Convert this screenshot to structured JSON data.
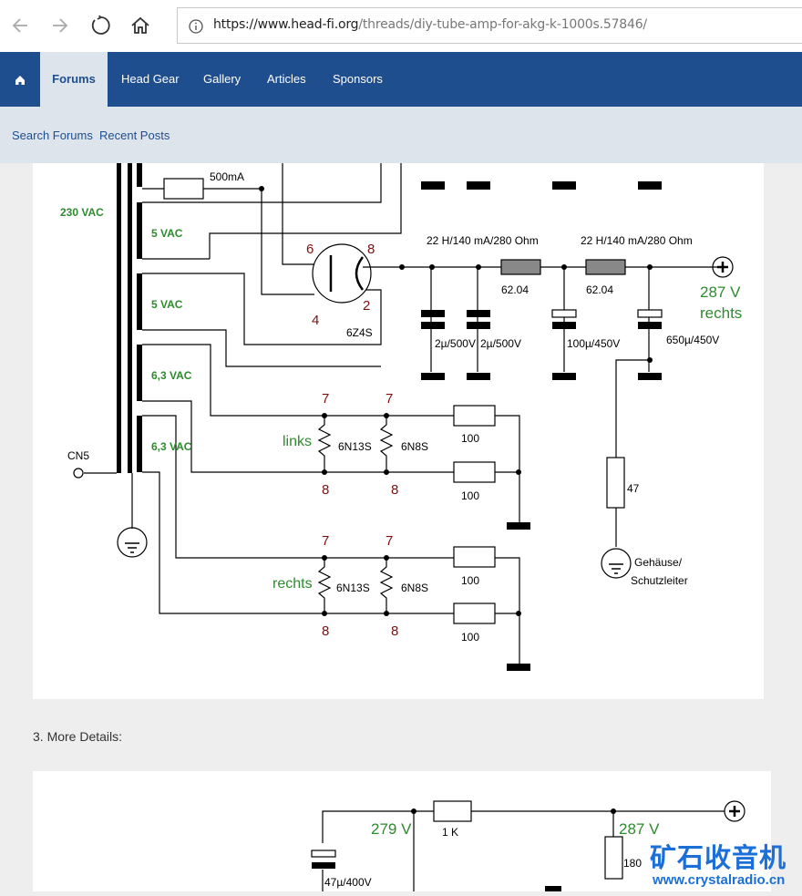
{
  "browser": {
    "url_domain": "https://www.head-fi.org",
    "url_path": "/threads/diy-tube-amp-for-akg-k-1000s.57846/"
  },
  "nav": {
    "home_icon": "home-icon",
    "tabs": [
      "Forums",
      "Head Gear",
      "Gallery",
      "Articles",
      "Sponsors"
    ]
  },
  "subnav": {
    "links": [
      "Search Forums",
      "Recent Posts"
    ]
  },
  "schematic1": {
    "fuse": "500mA",
    "mains": "230 VAC",
    "windings": [
      "5 VAC",
      "5 VAC",
      "6,3 VAC",
      "6,3 VAC"
    ],
    "connector": "CN5",
    "rectifier": {
      "name": "6Z4S",
      "pins": [
        "6",
        "8",
        "4",
        "2"
      ]
    },
    "chokes": [
      "22 H/140 mA/280 Ohm",
      "22 H/140 mA/280 Ohm"
    ],
    "choke_ids": [
      "62.04",
      "62.04"
    ],
    "caps": [
      "2µ/500V",
      "2µ/500V",
      "100µ/450V",
      "650µ/450V"
    ],
    "output": {
      "symbol": "+",
      "voltage": "287 V",
      "label": "rechts"
    },
    "channels": [
      {
        "label": "links",
        "tubes": [
          "6N13S",
          "6N8S"
        ],
        "resistors": [
          "100",
          "100"
        ]
      },
      {
        "label": "rechts",
        "tubes": [
          "6N13S",
          "6N8S"
        ],
        "resistors": [
          "100",
          "100"
        ]
      }
    ],
    "pins": {
      "top": "7",
      "bottom": "8"
    },
    "ground_resistor": "47",
    "ground_label": [
      "Gehäuse/",
      "Schutzleiter"
    ]
  },
  "section": {
    "heading": "3. More Details:"
  },
  "schematic2": {
    "voltage_left": "279 V",
    "voltage_right": "287 V",
    "resistor": "1 K",
    "resistor2": "180",
    "cap": "47µ/400V",
    "output_symbol": "+"
  },
  "watermark": {
    "title": "矿石收音机",
    "url": "www.crystalradio.cn"
  },
  "colors": {
    "nav": "#1f4e8f",
    "subnav": "#dde4ec",
    "green_text": "#2e8b2e",
    "pin_red": "#7a1010"
  }
}
